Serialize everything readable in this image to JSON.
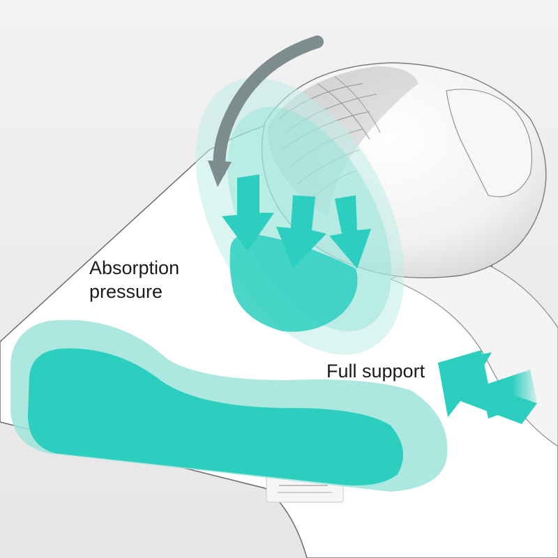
{
  "labels": {
    "absorption_line1": "Absorption",
    "absorption_line2": "pressure",
    "full_support": "Full support"
  },
  "colors": {
    "background": "#ededed",
    "teal_dark": "#2ccfbf",
    "teal_mid": "#5fd9cc",
    "teal_light": "#bfece6",
    "rotation_arrow": "#7d8c8c",
    "pillow": "#ffffff",
    "outline": "#5a5a5a"
  },
  "icons": {
    "rotation": "curved-rotation-arrow-icon",
    "press": "down-arrow-icon",
    "support": "diagonal-arrow-icon"
  }
}
